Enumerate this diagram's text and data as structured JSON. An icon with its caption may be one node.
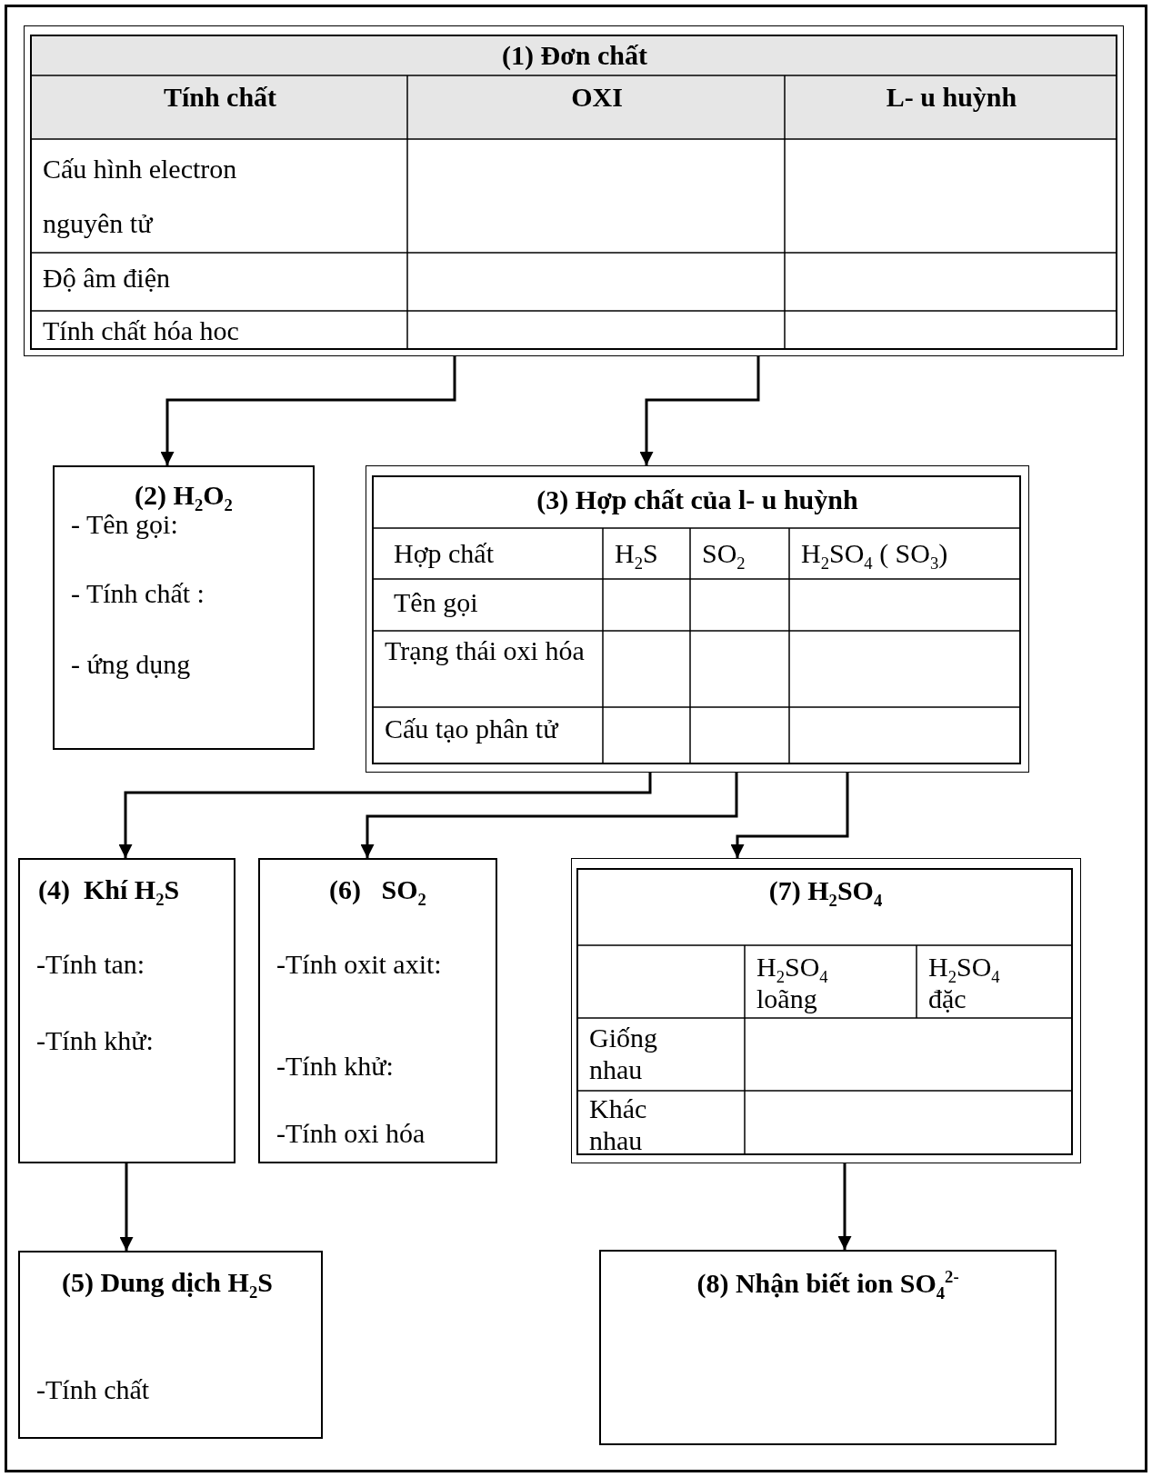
{
  "diagram": {
    "nodes": [
      {
        "text": [
          "(1) Đơn chất",
          "Tính chất",
          "OXI",
          "L- u huỳnh",
          "Cấu hình electron nguyên tử",
          "Độ âm điện",
          "Tính chất hóa hoc"
        ]
      },
      {
        "text": [
          "(2) H$_{2}$O$_{2}$",
          "- Tên gọi:",
          "- Tính chất :",
          "- ứng dụng"
        ]
      },
      {
        "text": [
          "(3) Hợp chất của l- u huỳnh",
          "Hợp chất",
          "H$_{2}$S",
          "SO$_{2}$",
          "H$_{2}$SO$_{4}$ ( SO$_{3}$)",
          "Tên gọi",
          "Trạng thái oxi hóa",
          "Cấu tạo phân tử"
        ]
      },
      {
        "text": [
          "(4)  Khí H$_{2}$S",
          "-Tính tan:",
          "-Tính khử:"
        ]
      },
      {
        "text": [
          "(5) Dung dịch H$_{2}$S",
          "-Tính chất"
        ]
      },
      {
        "text": [
          "(6)   SO$_{2}$",
          "-Tính oxit axit:",
          "-Tính khử:",
          "-Tính oxi hóa"
        ]
      },
      {
        "text": [
          "(7) H$_{2}$SO$_{4}$",
          "H$_{2}$SO$_{4}$ loãng",
          "H$_{2}$SO$_{4}$ đặc",
          "Giống nhau",
          "Khác nhau"
        ]
      },
      {
        "text": [
          "(8) Nhận biết ion SO$_{4}$$^{2-}$"
        ]
      }
    ],
    "edges": [
      {
        "from": 0,
        "to": 1,
        "arrow": "to"
      },
      {
        "from": 0,
        "to": 2,
        "arrow": "to"
      },
      {
        "from": 2,
        "to": 3,
        "arrow": "to"
      },
      {
        "from": 2,
        "to": 5,
        "arrow": "to"
      },
      {
        "from": 2,
        "to": 6,
        "arrow": "to"
      },
      {
        "from": 3,
        "to": 4,
        "arrow": "to"
      },
      {
        "from": 6,
        "to": 7,
        "arrow": "to"
      }
    ]
  }
}
